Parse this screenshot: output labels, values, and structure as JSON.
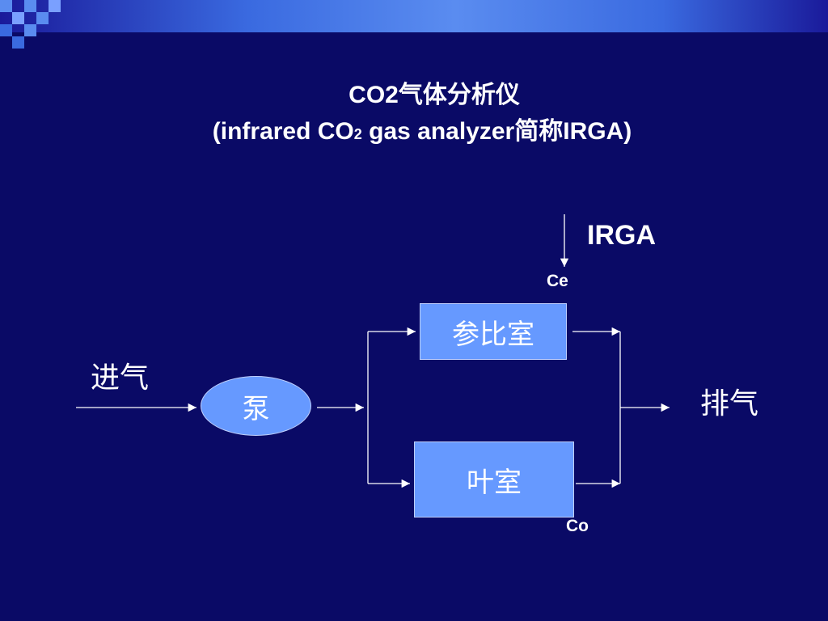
{
  "title": {
    "line1": "CO2气体分析仪",
    "line2_open": "(infrared CO",
    "line2_sub": "2",
    "line2_close": " gas analyzer简称IRGA)"
  },
  "diagram": {
    "irga_label": "IRGA",
    "ce_label": "Ce",
    "co_label": "Co",
    "inlet_label": "进气",
    "outlet_label": "排气",
    "pump_label": "泵",
    "reference_chamber_label": "参比室",
    "leaf_chamber_label": "叶室"
  },
  "colors": {
    "background": "#0a0a66",
    "box_fill": "#6699ff",
    "text": "#ffffff"
  }
}
